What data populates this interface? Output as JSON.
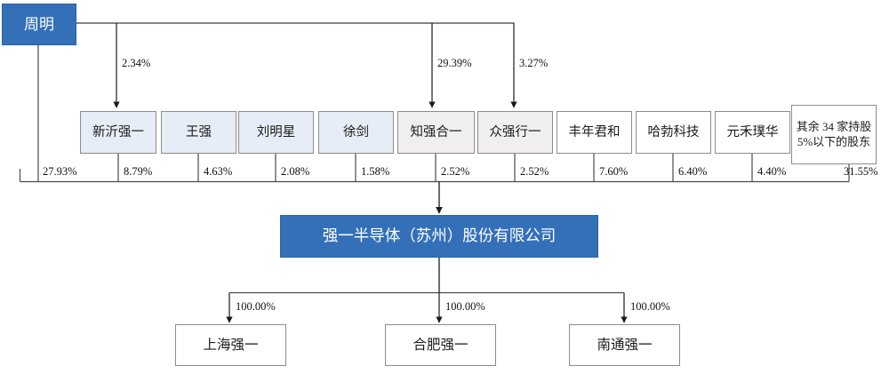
{
  "diagram": {
    "title_node": {
      "label": "周明"
    },
    "company": {
      "label": "强一半导体（苏州）股份有限公司"
    },
    "colors": {
      "brand_blue": "#3470b8",
      "light_blue_fill": "#e6edf7",
      "gray_fill": "#f0efee",
      "white_fill": "#ffffff",
      "line": "#1a1a1a",
      "border": "#8c8c8c"
    },
    "owner_links": [
      {
        "label": "2.34%",
        "target": "新沂强一"
      },
      {
        "label": "29.39%",
        "target": "知强合一"
      },
      {
        "label": "3.27%",
        "target": "众强行一"
      }
    ],
    "owner_direct": {
      "label": "27.93%"
    },
    "shareholders": [
      {
        "name": "新沂强一",
        "pct": "8.79%",
        "fill": "light-blue",
        "lines": [
          "新沂强一"
        ]
      },
      {
        "name": "王强",
        "pct": "4.63%",
        "fill": "light-blue",
        "lines": [
          "王强"
        ]
      },
      {
        "name": "刘明星",
        "pct": "2.08%",
        "fill": "light-blue",
        "lines": [
          "刘明星"
        ]
      },
      {
        "name": "徐剑",
        "pct": "1.58%",
        "fill": "light-blue",
        "lines": [
          "徐剑"
        ]
      },
      {
        "name": "知强合一",
        "pct": "2.52%",
        "fill": "gray",
        "lines": [
          "知强合一"
        ]
      },
      {
        "name": "众强行一",
        "pct": "2.52%",
        "fill": "gray",
        "lines": [
          "众强行一"
        ]
      },
      {
        "name": "丰年君和",
        "pct": "7.60%",
        "fill": "white",
        "lines": [
          "丰年君和"
        ]
      },
      {
        "name": "哈勃科技",
        "pct": "6.40%",
        "fill": "white",
        "lines": [
          "哈勃科技"
        ]
      },
      {
        "name": "元禾璞华",
        "pct": "4.40%",
        "fill": "white",
        "lines": [
          "元禾璞华"
        ]
      },
      {
        "name": "其余34家持股5%以下的股东",
        "pct": "31.55%",
        "fill": "white",
        "lines": [
          "其余 34 家持股",
          "5%以下的股东"
        ]
      }
    ],
    "subsidiaries": [
      {
        "name": "上海强一",
        "pct": "100.00%"
      },
      {
        "name": "合肥强一",
        "pct": "100.00%"
      },
      {
        "name": "南通强一",
        "pct": "100.00%"
      }
    ]
  }
}
